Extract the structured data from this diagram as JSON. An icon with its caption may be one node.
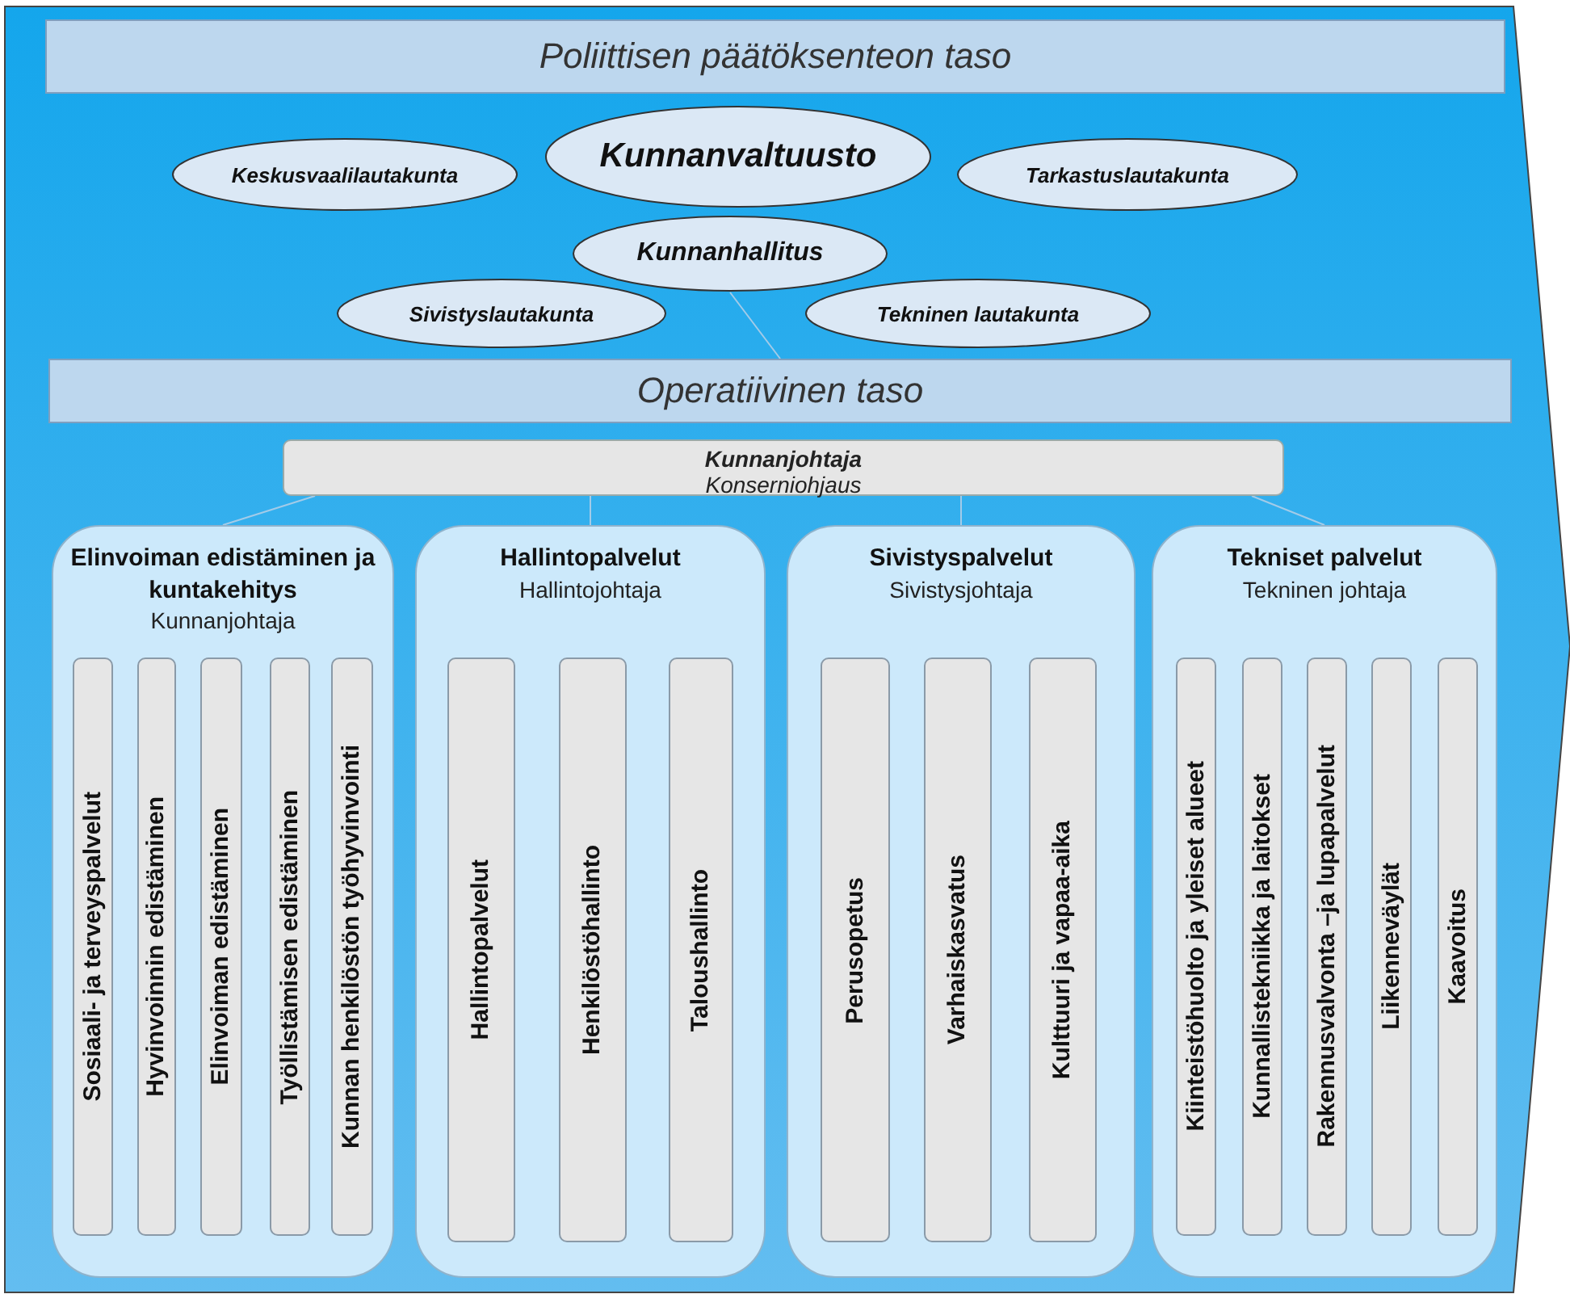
{
  "diagram": {
    "nodes": [
      {
        "text": [
          "Poliittisen päätöksenteon taso"
        ]
      },
      {
        "text": [
          "Keskusvaalilautakunta"
        ]
      },
      {
        "text": [
          "Kunnanvaltuusto"
        ]
      },
      {
        "text": [
          "Tarkastuslautakunta"
        ]
      },
      {
        "text": [
          "Kunnanhallitus"
        ]
      },
      {
        "text": [
          "Sivistyslautakunta"
        ]
      },
      {
        "text": [
          "Tekninen lautakunta"
        ]
      },
      {
        "text": [
          "Operatiivinen taso"
        ]
      },
      {
        "text": [
          "Kunnanjohtaja",
          "Konserniohjaus"
        ]
      },
      {
        "text": [
          "Elinvoiman edistäminen ja kuntakehitys",
          "Kunnanjohtaja"
        ]
      },
      {
        "text": [
          "Sosiaali- ja terveyspalvelut"
        ],
        "in": 9
      },
      {
        "text": [
          "Hyvinvoinnin edistäminen"
        ],
        "in": 9
      },
      {
        "text": [
          "Elinvoiman edistäminen"
        ],
        "in": 9
      },
      {
        "text": [
          "Työllistämisen edistäminen"
        ],
        "in": 9
      },
      {
        "text": [
          "Kunnan henkilöstön työhyvinvointi"
        ],
        "in": 9
      },
      {
        "text": [
          "Hallintopalvelut",
          "Hallintojohtaja"
        ]
      },
      {
        "text": [
          "Hallintopalvelut"
        ],
        "in": 15
      },
      {
        "text": [
          "Henkilöstöhallinto"
        ],
        "in": 15
      },
      {
        "text": [
          "Taloushallinto"
        ],
        "in": 15
      },
      {
        "text": [
          "Sivistyspalvelut",
          "Sivistysjohtaja"
        ]
      },
      {
        "text": [
          "Perusopetus"
        ],
        "in": 19
      },
      {
        "text": [
          "Varhaiskasvatus"
        ],
        "in": 19
      },
      {
        "text": [
          "Kulttuuri ja vapaa-aika"
        ],
        "in": 19
      },
      {
        "text": [
          "Tekniset palvelut",
          "Tekninen johtaja"
        ]
      },
      {
        "text": [
          "Kiinteistöhuolto ja yleiset alueet"
        ],
        "in": 23
      },
      {
        "text": [
          "Kunnallistekniikka ja laitokset"
        ],
        "in": 23
      },
      {
        "text": [
          "Rakennusvalvonta –ja lupapalvelut"
        ],
        "in": 23
      },
      {
        "text": [
          "Liikenneväylät"
        ],
        "in": 23
      },
      {
        "text": [
          "Kaavoitus"
        ],
        "in": 23
      }
    ],
    "edges": [
      {
        "from": 4,
        "to": 7,
        "arrow": "none"
      },
      {
        "from": 8,
        "to": 9,
        "arrow": "none"
      },
      {
        "from": 8,
        "to": 15,
        "arrow": "none"
      },
      {
        "from": 8,
        "to": 19,
        "arrow": "none"
      },
      {
        "from": 8,
        "to": 23,
        "arrow": "none"
      }
    ]
  }
}
